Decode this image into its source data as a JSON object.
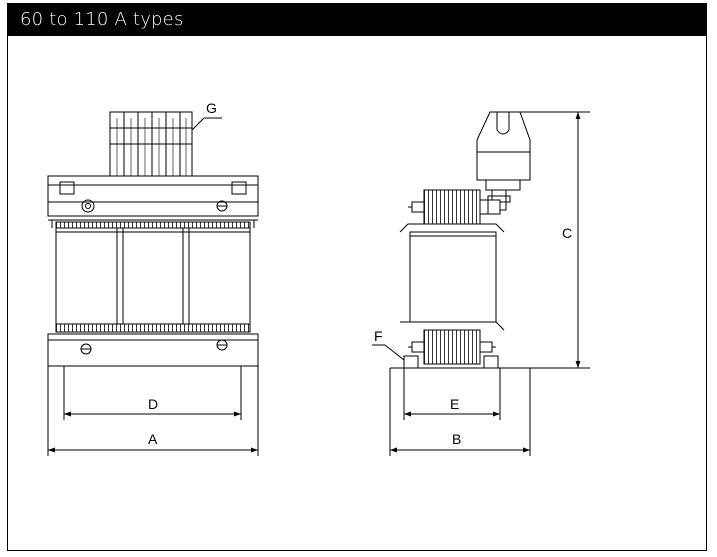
{
  "header": {
    "title": "60 to 110 A types"
  },
  "labels": {
    "a": "A",
    "b": "B",
    "c": "C",
    "d": "D",
    "e": "E",
    "f": "F",
    "g": "G"
  }
}
